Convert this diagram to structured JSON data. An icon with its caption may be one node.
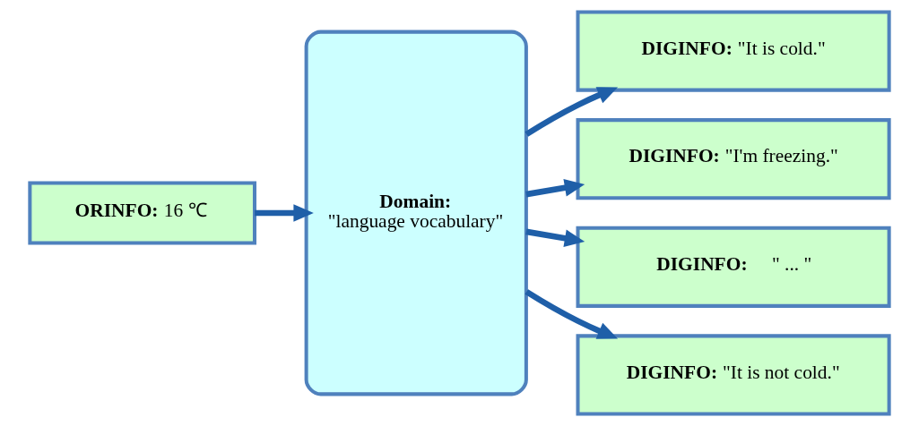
{
  "diagram": {
    "nodes": [
      {
        "text": [
          "**ORINFO:** 16 ℃"
        ]
      },
      {
        "text": [
          "**Domain:**",
          "\"language vocabulary\""
        ]
      },
      {
        "text": [
          "**DIGINFO:** \"It is cold.\""
        ]
      },
      {
        "text": [
          "**DIGINFO:** \"I'm freezing.\""
        ]
      },
      {
        "text": [
          "**DIGINFO:**     \" ... \""
        ]
      },
      {
        "text": [
          "**DIGINFO:** \"It is not cold.\""
        ]
      }
    ],
    "edges": [
      {
        "from": 0,
        "to": 1,
        "arrow": "to"
      },
      {
        "from": 1,
        "to": 2,
        "arrow": "to"
      },
      {
        "from": 1,
        "to": 3,
        "arrow": "to"
      },
      {
        "from": 1,
        "to": 4,
        "arrow": "to"
      },
      {
        "from": 1,
        "to": 5,
        "arrow": "to"
      }
    ]
  }
}
